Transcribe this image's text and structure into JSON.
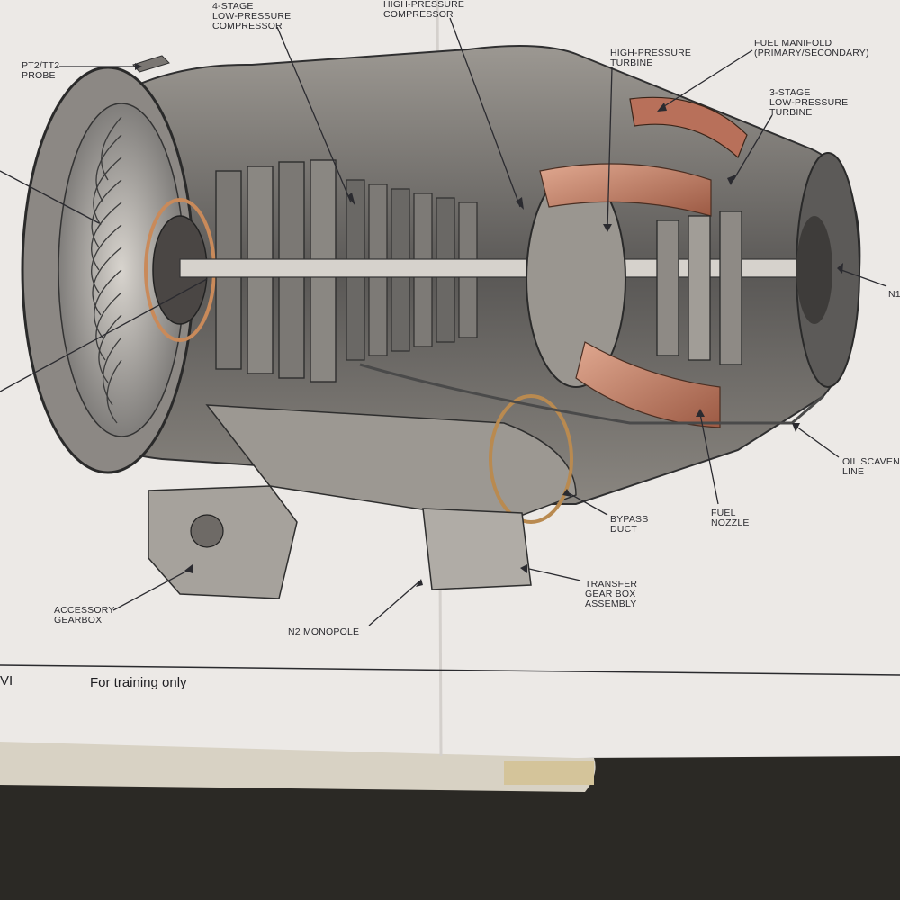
{
  "labels": {
    "lp_compressor": [
      "4-STAGE",
      "LOW-PRESSURE",
      "COMPRESSOR"
    ],
    "hp_compressor": [
      "HIGH-PRESSURE",
      "COMPRESSOR"
    ],
    "hp_turbine": [
      "HIGH-PRESSURE",
      "TURBINE"
    ],
    "fuel_manifold": [
      "FUEL MANIFOLD",
      "(PRIMARY/SECONDARY)"
    ],
    "lp_turbine": [
      "3-STAGE",
      "LOW-PRESSURE",
      "TURBINE"
    ],
    "probe": [
      "PT2/TT2",
      "PROBE"
    ],
    "n1": "N1",
    "oil_scavenge": [
      "OIL SCAVEN",
      "LINE"
    ],
    "fuel_nozzle": [
      "FUEL",
      "NOZZLE"
    ],
    "bypass_duct": [
      "BYPASS",
      "DUCT"
    ],
    "transfer_gearbox": [
      "TRANSFER",
      "GEAR BOX",
      "ASSEMBLY"
    ],
    "n2_monopole": "N2 MONOPOLE",
    "accessory_gearbox": [
      "ACCESSORY",
      "GEARBOX"
    ]
  },
  "footer": {
    "left_fragment": "VI",
    "training_note": "For training only"
  },
  "colors": {
    "paper": "#ece9e6",
    "ink": "#2b2b30",
    "metal_dark": "#4a4a4c",
    "metal_light": "#bdbab4",
    "combustor_copper": "#c8826a",
    "background_dark": "#2a2824"
  }
}
